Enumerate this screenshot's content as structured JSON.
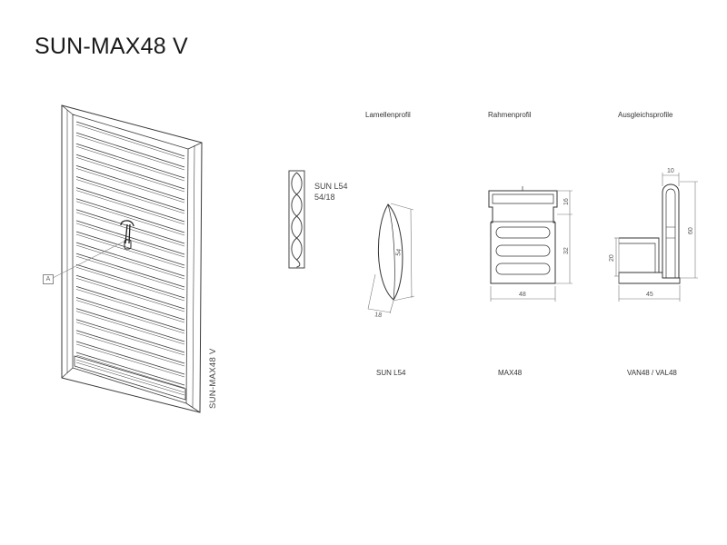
{
  "title": "SUN-MAX48 V",
  "vertical_label": "SUN-MAX48 V",
  "callout_marker": "A",
  "slat_label": {
    "name": "SUN L54",
    "size": "54/18"
  },
  "columns": [
    {
      "heading": "Lamellenprofil",
      "caption": "SUN L54"
    },
    {
      "heading": "Rahmenprofil",
      "caption": "MAX48"
    },
    {
      "heading": "Ausgleichsprofile",
      "caption": "VAN48 / VAL48"
    }
  ],
  "dimensions": {
    "slat_height": "54",
    "slat_depth": "18",
    "frame_width": "48",
    "frame_top": "16",
    "frame_body": "32",
    "comp_top": "10",
    "comp_height": "60",
    "comp_step": "20",
    "comp_width": "45"
  }
}
